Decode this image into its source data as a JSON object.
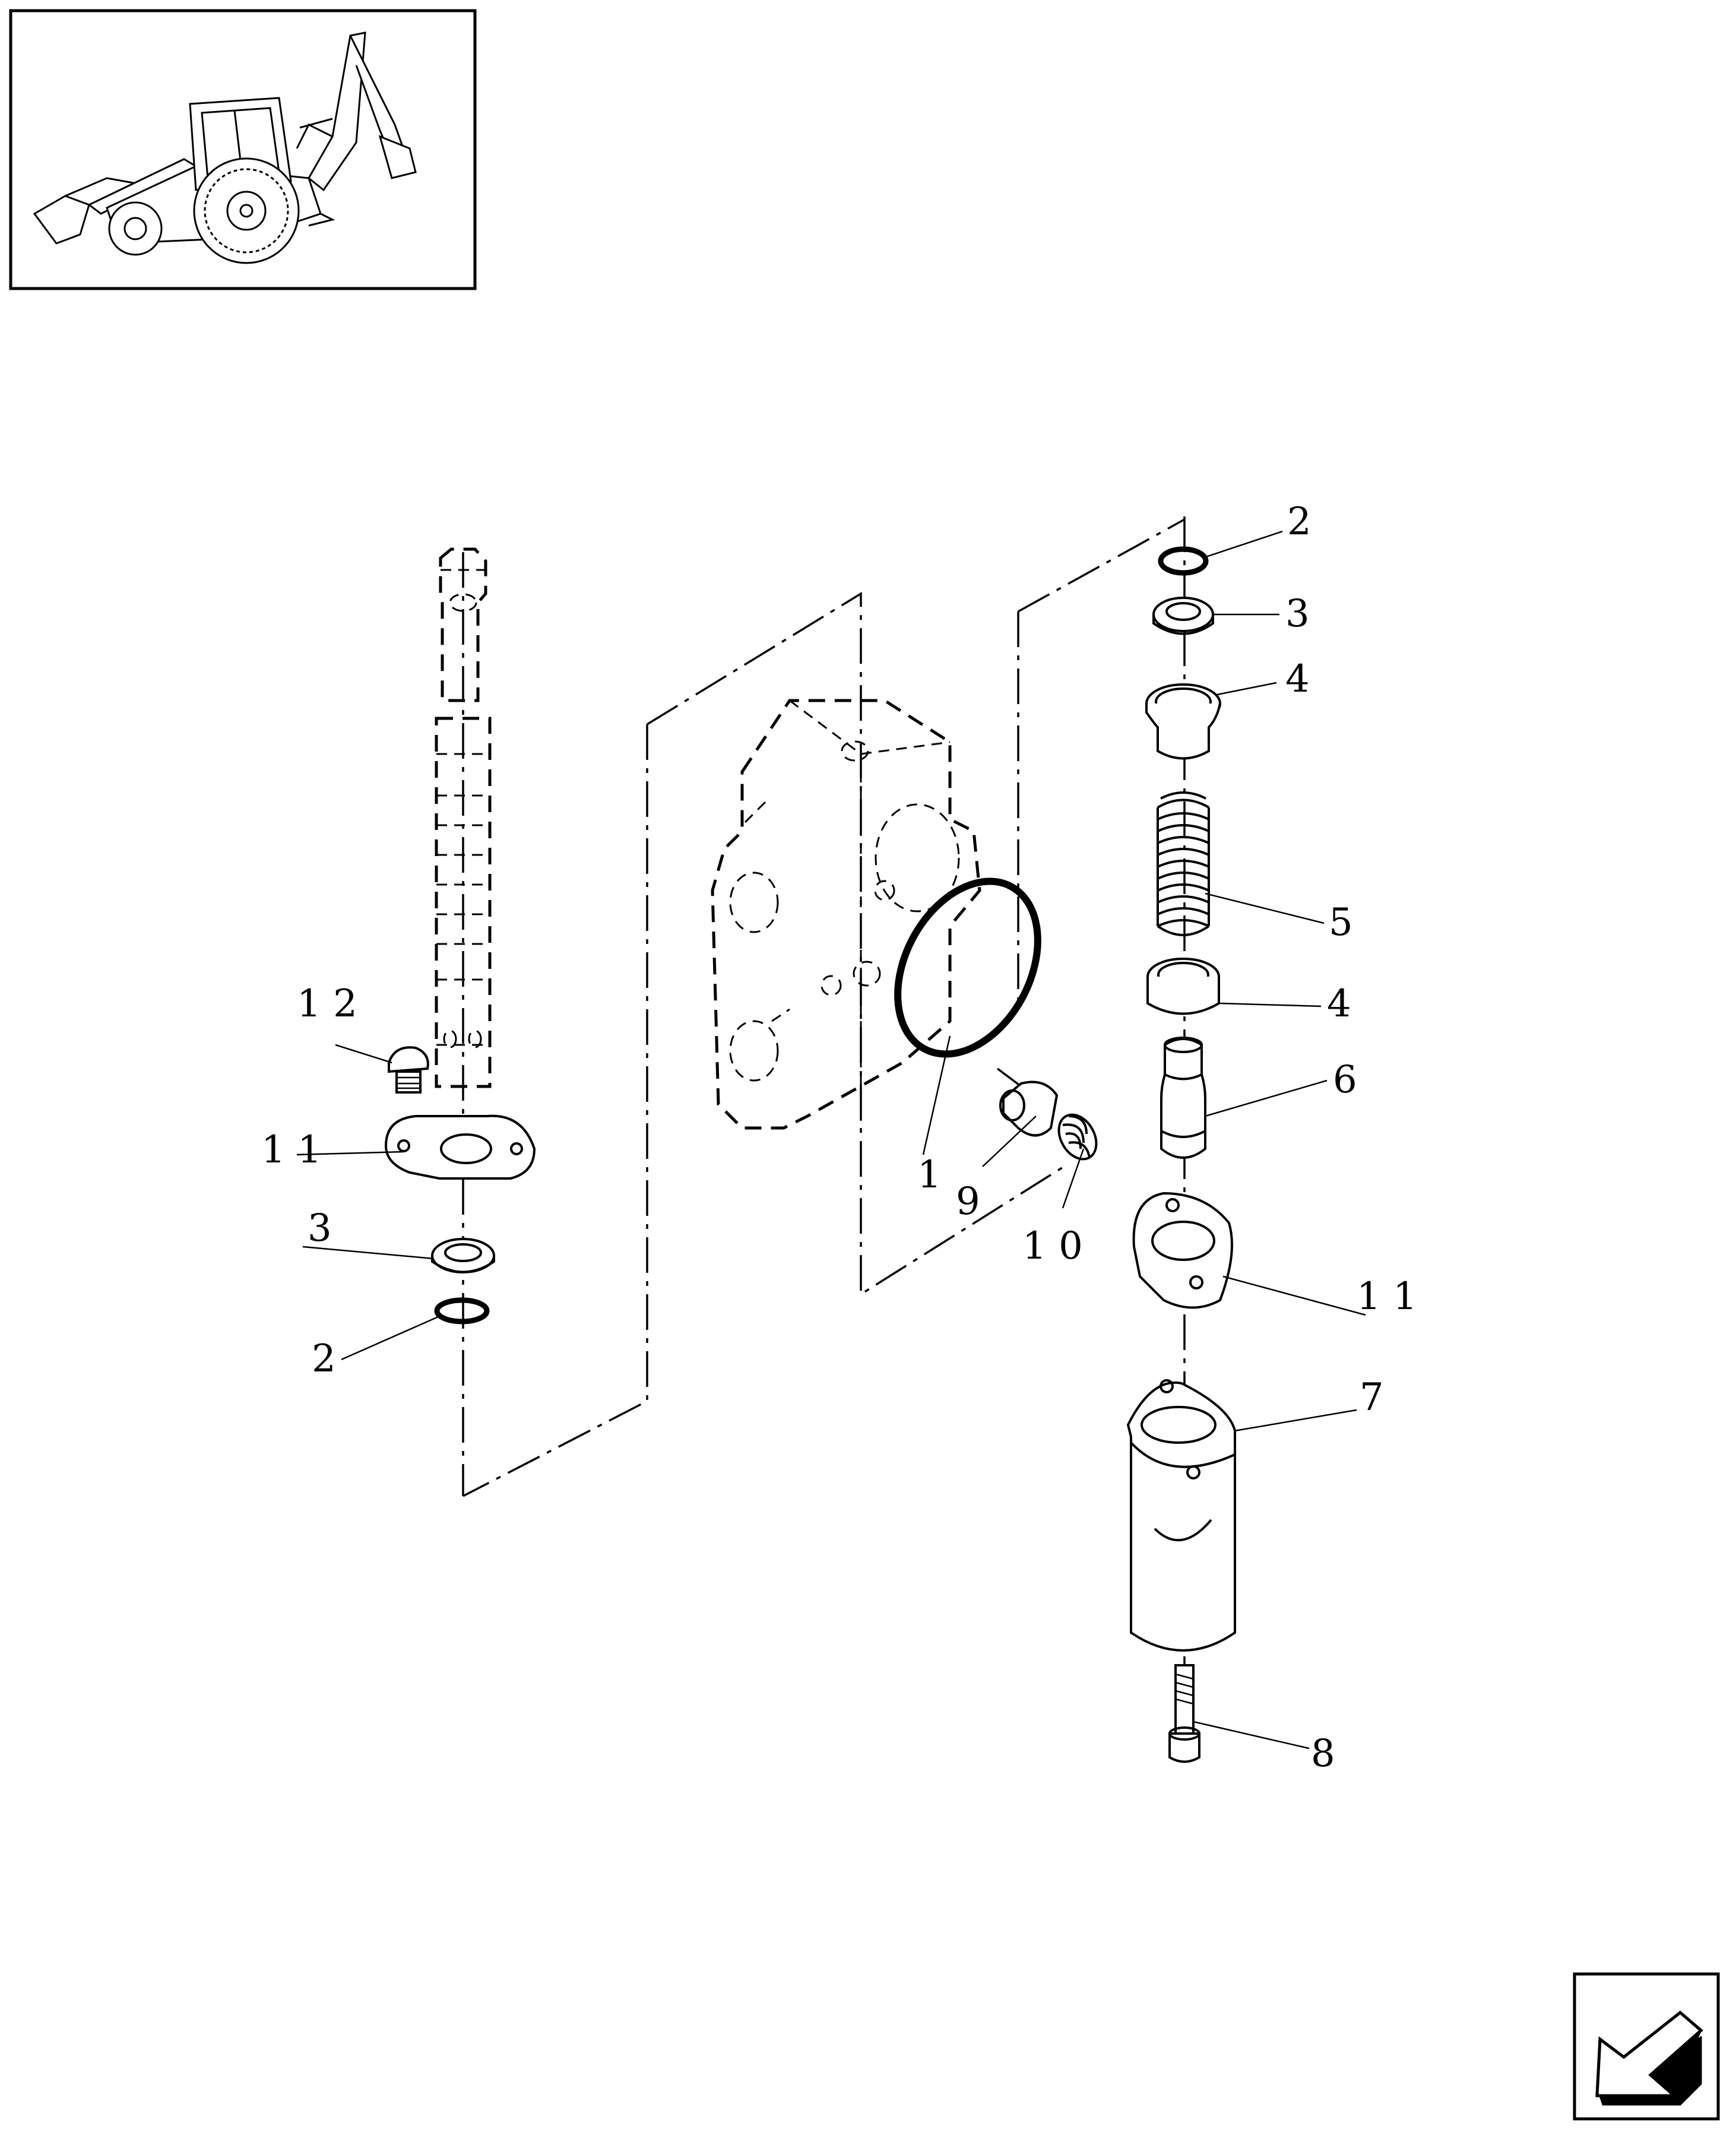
{
  "diagram": {
    "callouts": [
      {
        "id": "c1",
        "text": "1"
      },
      {
        "id": "c2a",
        "text": "2"
      },
      {
        "id": "c2b",
        "text": "2"
      },
      {
        "id": "c3a",
        "text": "3"
      },
      {
        "id": "c3b",
        "text": "3"
      },
      {
        "id": "c4a",
        "text": "4"
      },
      {
        "id": "c4b",
        "text": "4"
      },
      {
        "id": "c5",
        "text": "5"
      },
      {
        "id": "c6",
        "text": "6"
      },
      {
        "id": "c7",
        "text": "7"
      },
      {
        "id": "c8",
        "text": "8"
      },
      {
        "id": "c9",
        "text": "9"
      },
      {
        "id": "c10",
        "text": "1 0"
      },
      {
        "id": "c11a",
        "text": "1 1"
      },
      {
        "id": "c11b",
        "text": "1 1"
      },
      {
        "id": "c12",
        "text": "1 2"
      }
    ]
  },
  "thumbnail": {
    "icon": "backhoe-loader-icon"
  },
  "navigation": {
    "icon": "next-page-arrow-icon"
  }
}
